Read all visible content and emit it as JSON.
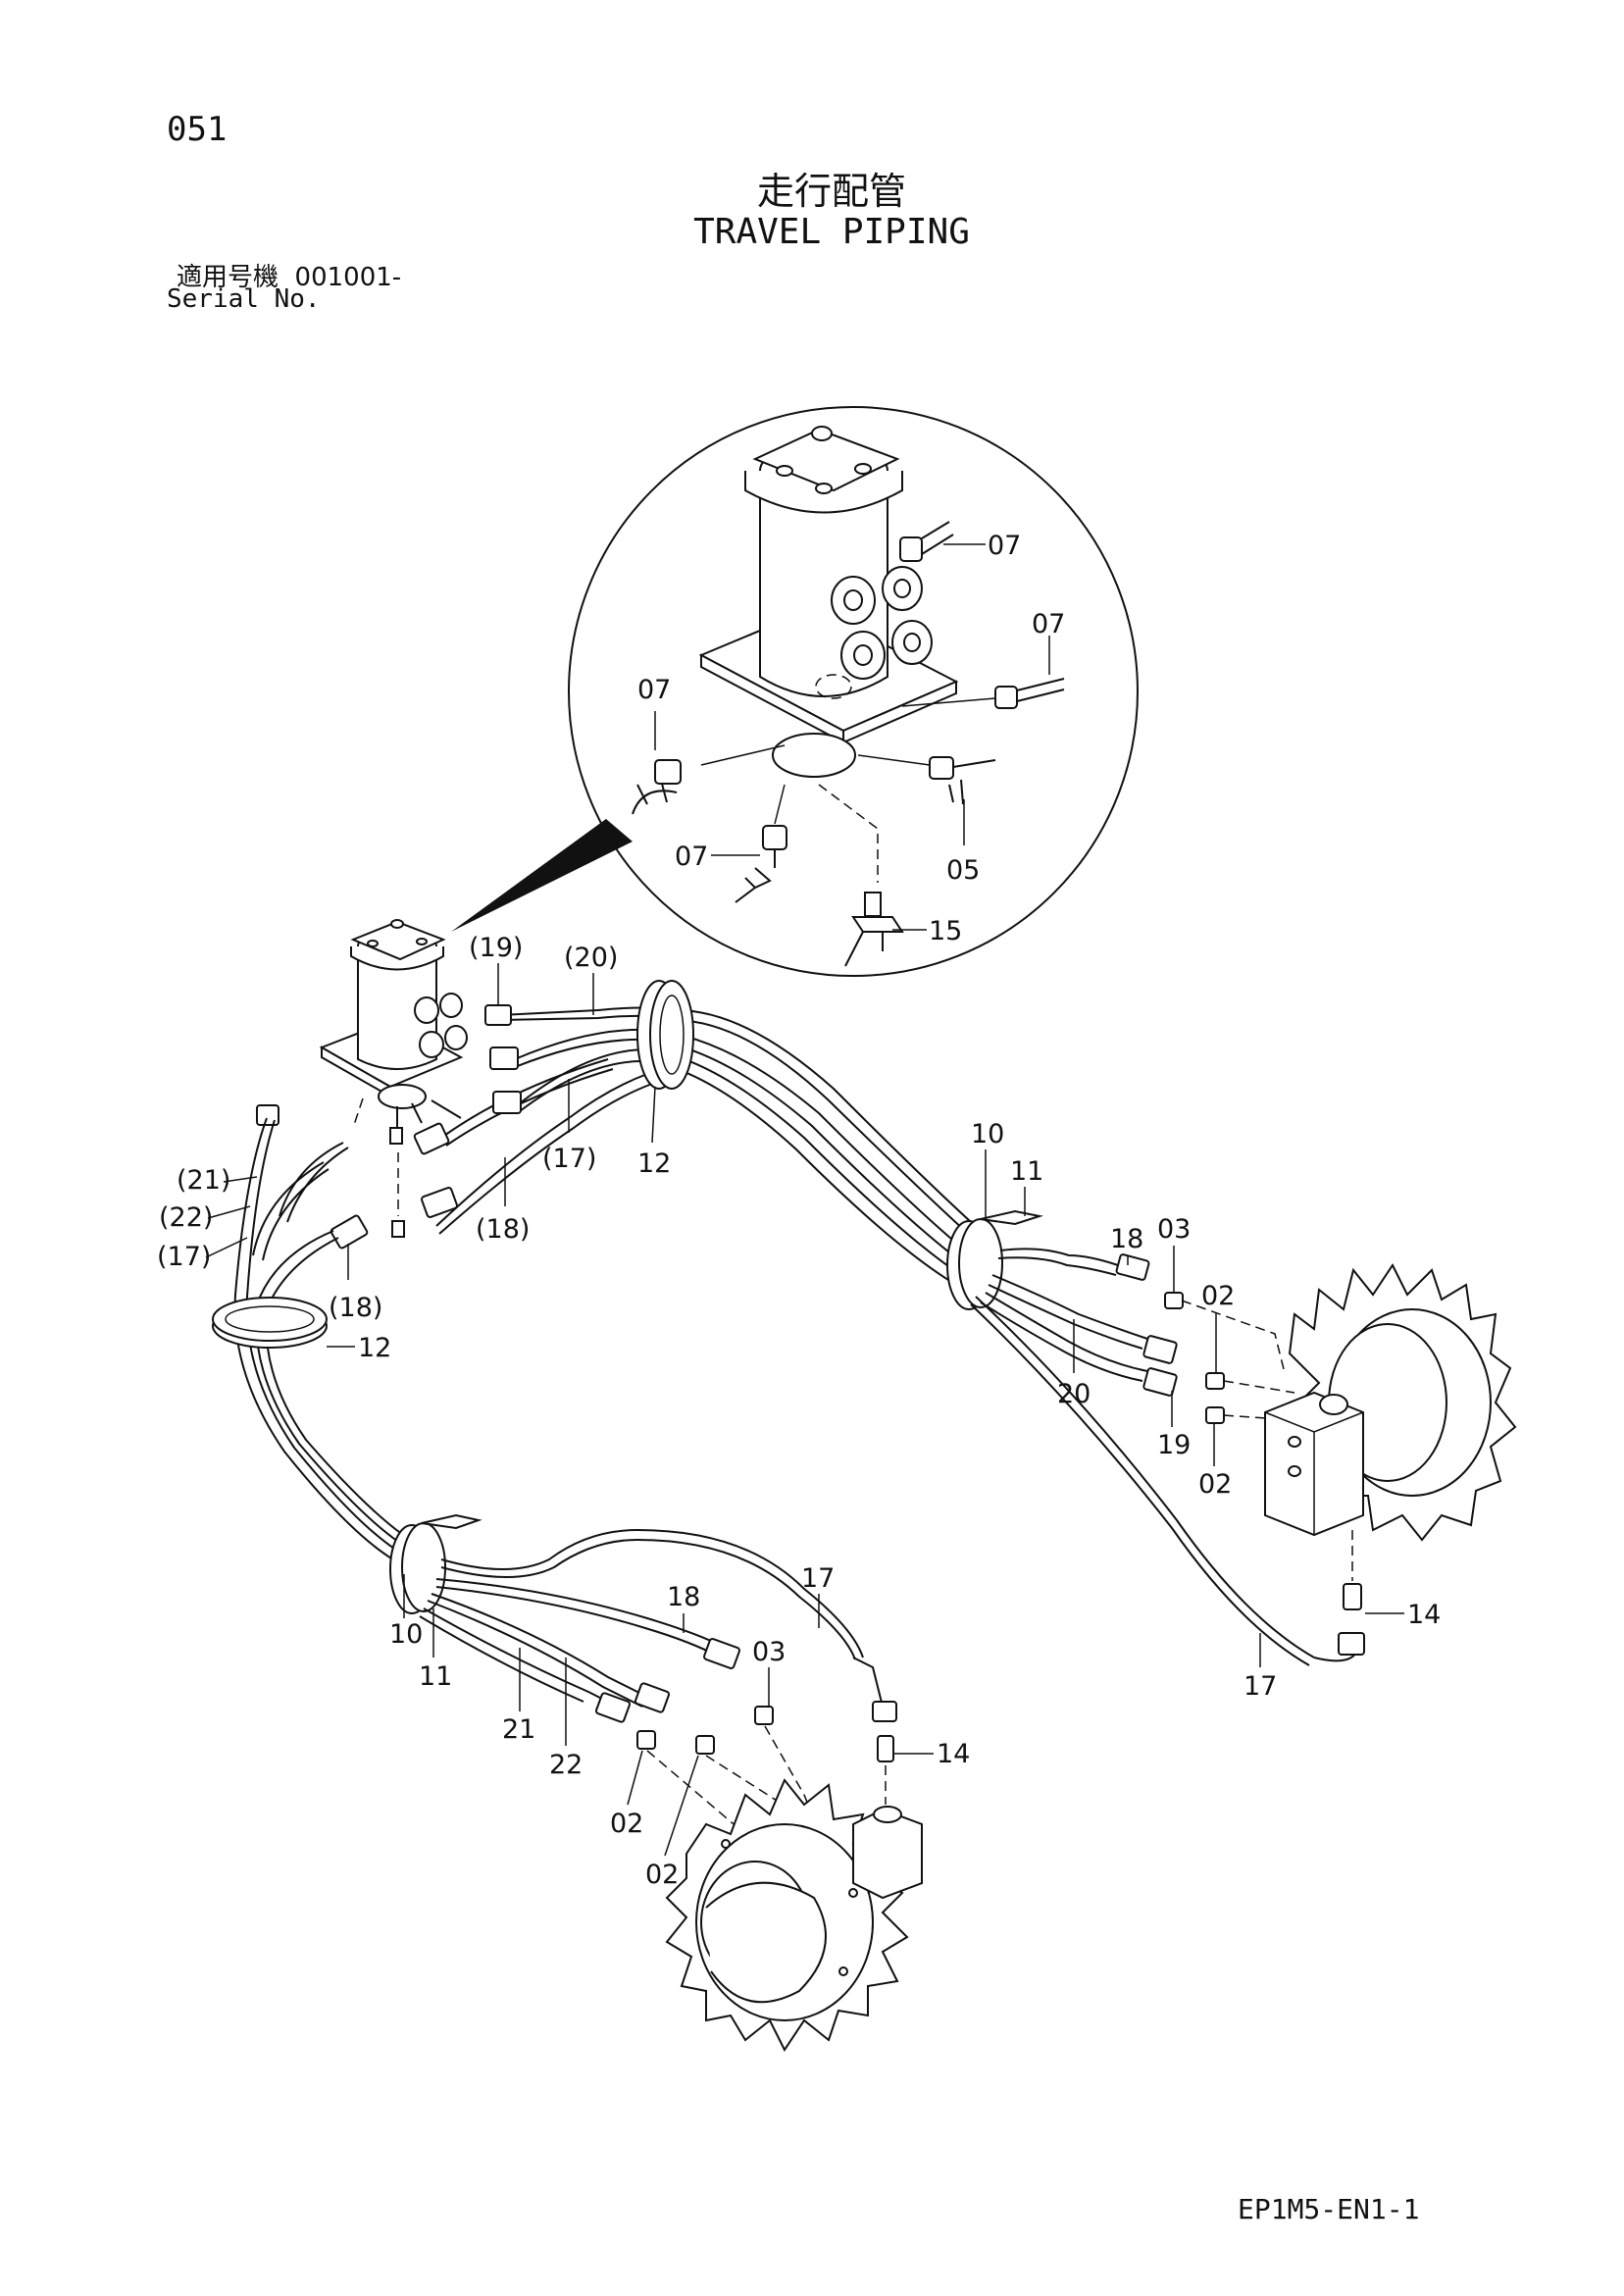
{
  "header": {
    "page_number": "051",
    "title_jp": "走行配管",
    "title_en": "TRAVEL PIPING",
    "serial_label_jp": "適用号機",
    "serial_value": "001001-",
    "serial_label_en": "Serial No."
  },
  "footer": {
    "doc_code": "EP1M5-EN1-1"
  },
  "callouts": {
    "c07a": "07",
    "c07b": "07",
    "c07c": "07",
    "c07d": "07",
    "c05": "05",
    "c15": "15",
    "c19p": "(19)",
    "c20p": "(20)",
    "c17p_top": "(17)",
    "c12_top": "12",
    "c21p": "(21)",
    "c22p": "(22)",
    "c17p_left": "(17)",
    "c18p_mid": "(18)",
    "c18p_left": "(18)",
    "c12_left": "12",
    "c10_right": "10",
    "c11_right": "11",
    "c18_right": "18",
    "c03_right": "03",
    "c02_right_a": "02",
    "c20_right": "20",
    "c19_right": "19",
    "c02_right_b": "02",
    "c14_right": "14",
    "c17_right": "17",
    "c10_left": "10",
    "c11_left": "11",
    "c21_bottom": "21",
    "c22_bottom": "22",
    "c18_bottom": "18",
    "c17_bottom": "17",
    "c03_bottom": "03",
    "c14_bottom": "14",
    "c02_bottom_a": "02",
    "c02_bottom_b": "02"
  }
}
